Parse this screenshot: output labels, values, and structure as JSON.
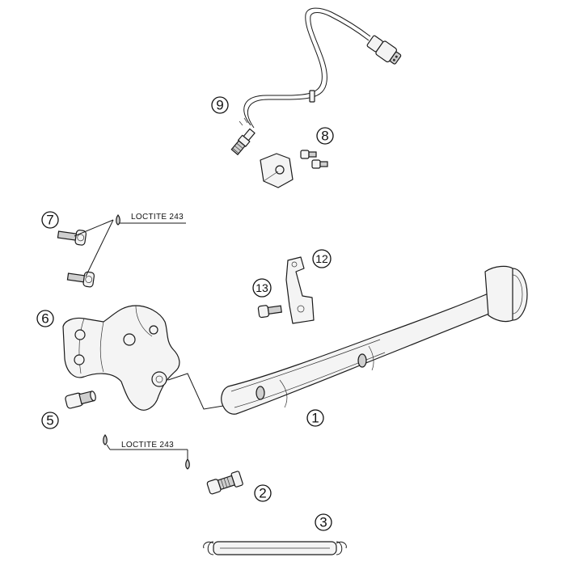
{
  "callouts": [
    {
      "id": "1",
      "label": "1"
    },
    {
      "id": "2",
      "label": "2"
    },
    {
      "id": "3",
      "label": "3"
    },
    {
      "id": "5",
      "label": "5"
    },
    {
      "id": "6",
      "label": "6"
    },
    {
      "id": "7",
      "label": "7"
    },
    {
      "id": "8",
      "label": "8"
    },
    {
      "id": "9",
      "label": "9"
    },
    {
      "id": "12",
      "label": "12"
    },
    {
      "id": "13",
      "label": "13"
    }
  ],
  "annotations": {
    "loctite_top": "LOCTITE 243",
    "loctite_bottom": "LOCTITE 243"
  }
}
